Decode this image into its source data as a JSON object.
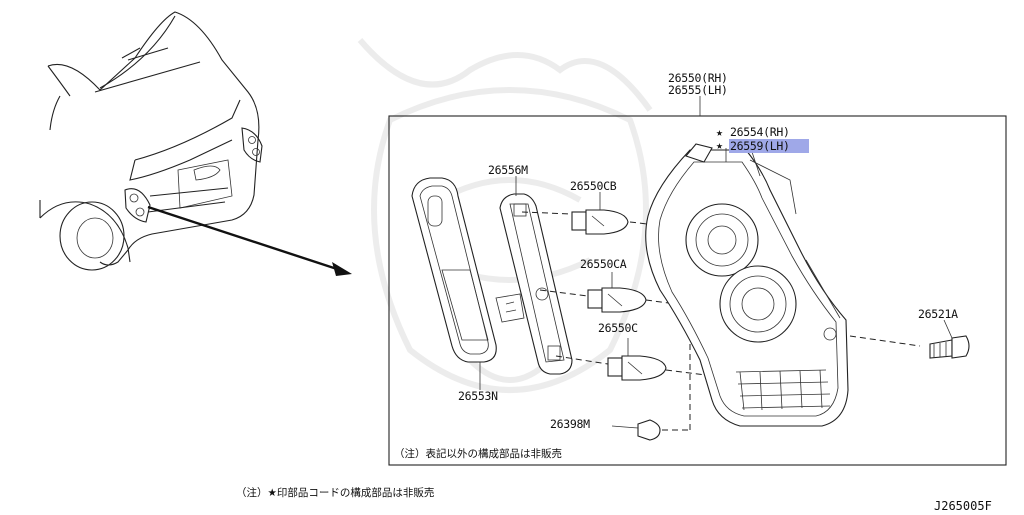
{
  "diagram": {
    "assembly_labels": [
      "26550(RH)",
      "26555(LH)"
    ],
    "star_labels": [
      "26554(RH)",
      "26559(LH)"
    ],
    "star_symbol": "★",
    "highlight_color": "#9fa8e8",
    "part_labels": {
      "p26556M": "26556M",
      "p26550CB": "26550CB",
      "p26550CA": "26550CA",
      "p26550C": "26550C",
      "p26553N": "26553N",
      "p26398M": "26398M",
      "p26521A": "26521A"
    },
    "box_note": "（注）表記以外の構成部品は非販売",
    "outer_note": "（注）★印部品コードの構成部品は非販売",
    "diagram_code": "J265005F"
  }
}
